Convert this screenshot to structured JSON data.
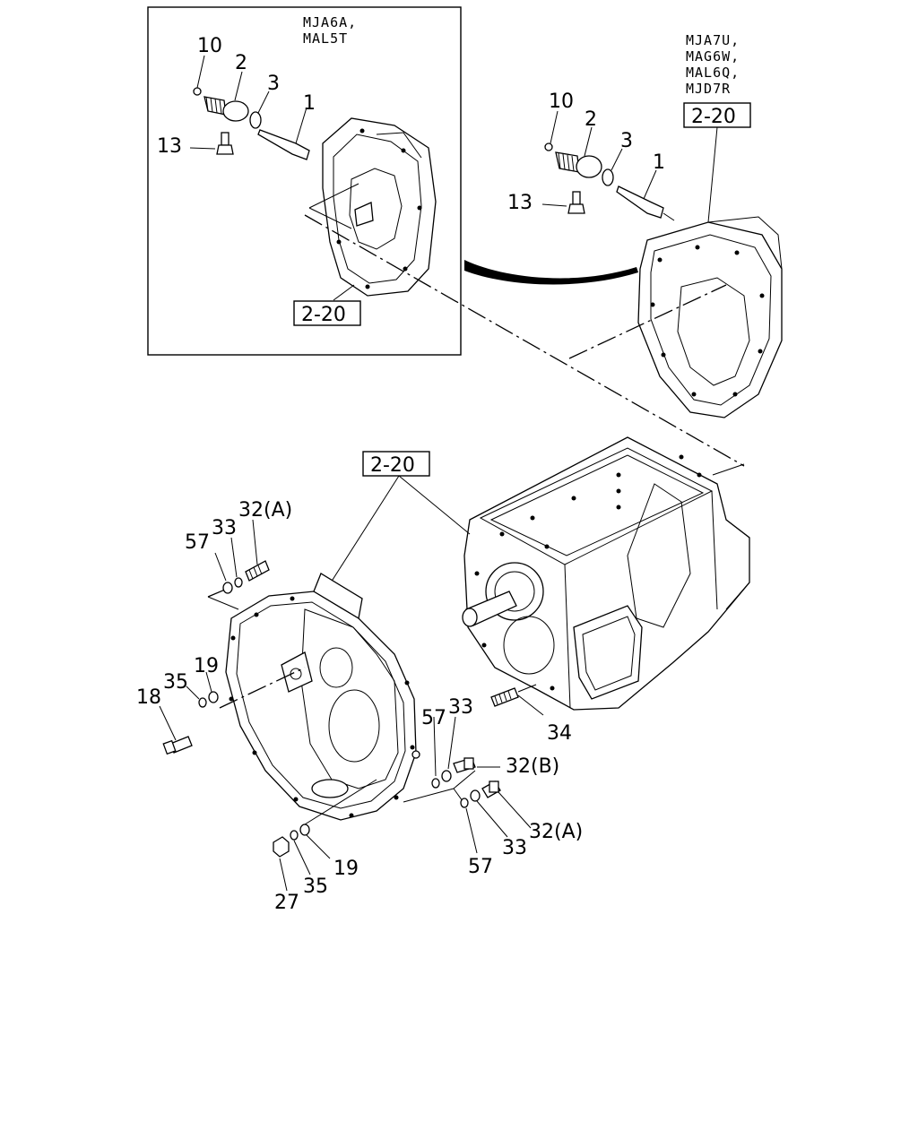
{
  "inset": {
    "models": [
      "MJA6A,",
      "MAL5T"
    ],
    "labels": {
      "p10": "10",
      "p2": "2",
      "p3": "3",
      "p1": "1",
      "p13": "13"
    },
    "ref": "2-20"
  },
  "right_group": {
    "models": [
      "MJA7U,",
      "MAG6W,",
      "MAL6Q,",
      "MJD7R"
    ],
    "ref": "2-20",
    "labels": {
      "p10": "10",
      "p2": "2",
      "p3": "3",
      "p1": "1",
      "p13": "13"
    }
  },
  "main": {
    "ref": "2-20",
    "labels": {
      "p32a_top": "32(A)",
      "p33_top": "33",
      "p57_top": "57",
      "p19_left": "19",
      "p35_left": "35",
      "p18": "18",
      "p34": "34",
      "p57_mid": "57",
      "p33_mid": "33",
      "p32b": "32(B)",
      "p32a_bot": "32(A)",
      "p33_bot": "33",
      "p57_bot": "57",
      "p19_bot": "19",
      "p35_bot": "35",
      "p27": "27"
    }
  }
}
